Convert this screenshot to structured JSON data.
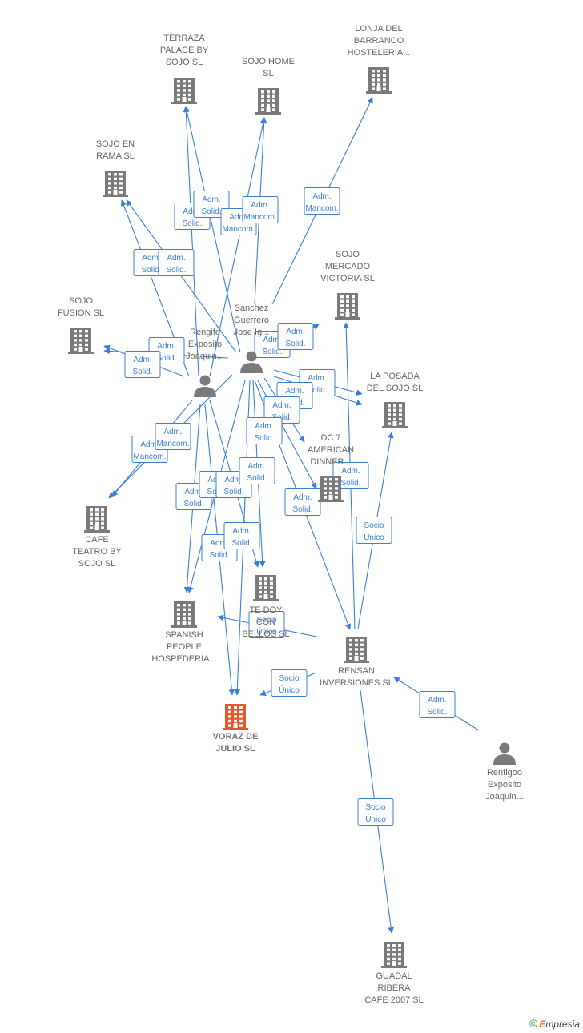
{
  "colors": {
    "edge": "#3a7fd5",
    "building": "#7a7a7a",
    "focus": "#e8562a",
    "person": "#7a7a7a"
  },
  "footer": {
    "copyright": "©",
    "brand_first": "E",
    "brand_rest": "mpresia"
  },
  "nodes": [
    {
      "id": "terraza",
      "type": "company",
      "lines": [
        "TERRAZA",
        "PALACE BY",
        "SOJO  SL"
      ]
    },
    {
      "id": "sojohome",
      "type": "company",
      "lines": [
        "SOJO HOME",
        "SL"
      ]
    },
    {
      "id": "lonja",
      "type": "company",
      "lines": [
        "LONJA DEL",
        "BARRANCO",
        "HOSTELERIA..."
      ]
    },
    {
      "id": "sojoenrama",
      "type": "company",
      "lines": [
        "SOJO EN",
        "RAMA  SL"
      ]
    },
    {
      "id": "sojomercado",
      "type": "company",
      "lines": [
        "SOJO",
        "MERCADO",
        "VICTORIA SL"
      ]
    },
    {
      "id": "sojofusion",
      "type": "company",
      "lines": [
        "SOJO",
        "FUSION SL"
      ]
    },
    {
      "id": "laposada",
      "type": "company",
      "lines": [
        "LA POSADA",
        "DEL SOJO  SL"
      ]
    },
    {
      "id": "dc7",
      "type": "company",
      "lines": [
        "DC 7",
        "AMERICAN",
        "DINNER..."
      ]
    },
    {
      "id": "cafeteatro",
      "type": "company",
      "lines": [
        "CAFE",
        "TEATRO BY",
        "SOJO  SL"
      ]
    },
    {
      "id": "tedoy",
      "type": "company",
      "lines": [
        "TE DOY",
        "CON",
        "BELLOS SL"
      ]
    },
    {
      "id": "spanish",
      "type": "company",
      "lines": [
        "SPANISH",
        "PEOPLE",
        "HOSPEDERIA..."
      ]
    },
    {
      "id": "rensan",
      "type": "company",
      "lines": [
        "RENSAN",
        "INVERSIONES SL"
      ]
    },
    {
      "id": "voraz",
      "type": "focus",
      "lines": [
        "VORAZ DE",
        "JULIO  SL"
      ]
    },
    {
      "id": "guadal",
      "type": "company",
      "lines": [
        "GUADAL",
        "RIBERA",
        "CAFE 2007  SL"
      ]
    },
    {
      "id": "sanchez",
      "type": "person",
      "lines": [
        "Sanchez",
        "Guerrero",
        "Jose Ig..."
      ]
    },
    {
      "id": "rengifo",
      "type": "person",
      "lines": [
        "Rengifo",
        "Exposito",
        "Joaquin..."
      ]
    },
    {
      "id": "renfigoo",
      "type": "person",
      "lines": [
        "Renfigoo",
        "Exposito",
        "Joaquin..."
      ]
    }
  ],
  "edge_labels": [
    {
      "id": "e1",
      "lines": [
        "Adm.",
        "Solid."
      ]
    },
    {
      "id": "e2",
      "lines": [
        "Adm.",
        "Solid."
      ]
    },
    {
      "id": "e3",
      "lines": [
        "Adm.",
        "Mancom."
      ]
    },
    {
      "id": "e4",
      "lines": [
        "Adm.",
        "Mancom."
      ]
    },
    {
      "id": "e5",
      "lines": [
        "Adm.",
        "Mancom."
      ]
    },
    {
      "id": "e6",
      "lines": [
        "Adm.",
        "Solid."
      ]
    },
    {
      "id": "e7",
      "lines": [
        "Adm.",
        "Solid."
      ]
    },
    {
      "id": "e8",
      "lines": [
        "Adm.",
        "Solid."
      ]
    },
    {
      "id": "e9",
      "lines": [
        "Adm.",
        "Solid."
      ]
    },
    {
      "id": "e10",
      "lines": [
        "Adm.",
        "Solid."
      ]
    },
    {
      "id": "e11",
      "lines": [
        "Adm.",
        "Solid."
      ]
    },
    {
      "id": "e12",
      "lines": [
        "Adm.",
        "Solid."
      ]
    },
    {
      "id": "e13",
      "lines": [
        "Adm.",
        "Solid."
      ]
    },
    {
      "id": "e14",
      "lines": [
        "Adm.",
        "Solid."
      ]
    },
    {
      "id": "e15",
      "lines": [
        "Adm.",
        "Solid."
      ]
    },
    {
      "id": "e16",
      "lines": [
        "Adm.",
        "Mancom."
      ]
    },
    {
      "id": "e17",
      "lines": [
        "Adm.",
        "Mancom."
      ]
    },
    {
      "id": "e18",
      "lines": [
        "Adm.",
        "Solid."
      ]
    },
    {
      "id": "e19",
      "lines": [
        "Adm.",
        "Solid."
      ]
    },
    {
      "id": "e20",
      "lines": [
        "Adm.",
        "Solid."
      ]
    },
    {
      "id": "e21",
      "lines": [
        "Adm.",
        "Solid."
      ]
    },
    {
      "id": "e22",
      "lines": [
        "Adm.",
        "Solid."
      ]
    },
    {
      "id": "e23",
      "lines": [
        "Adm.",
        "Solid."
      ]
    },
    {
      "id": "e24",
      "lines": [
        "Adm.",
        "Solid."
      ]
    },
    {
      "id": "e25",
      "lines": [
        "Adm.",
        "Solid."
      ]
    },
    {
      "id": "e26",
      "lines": [
        "Socio",
        "Único"
      ]
    },
    {
      "id": "e27",
      "lines": [
        "Socio",
        "Único"
      ]
    },
    {
      "id": "e28",
      "lines": [
        "Socio",
        "Único"
      ]
    },
    {
      "id": "e29",
      "lines": [
        "Socio",
        "Único"
      ]
    },
    {
      "id": "e30",
      "lines": [
        "Adm.",
        "Solid."
      ]
    },
    {
      "id": "e31",
      "lines": [
        "Socio",
        "Único"
      ]
    }
  ]
}
